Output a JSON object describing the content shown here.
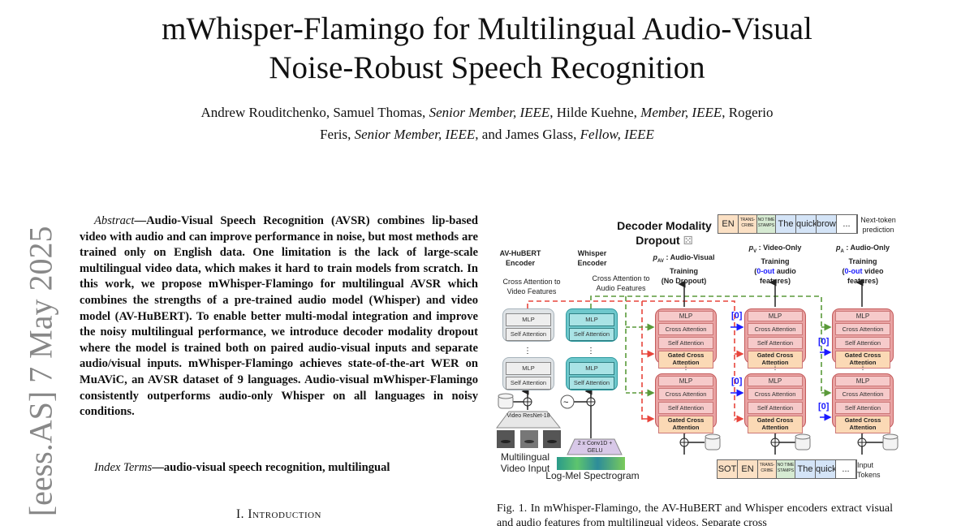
{
  "title": [
    "mWhisper-Flamingo for Multilingual Audio-Visual",
    "Noise-Robust Speech Recognition"
  ],
  "authors": {
    "line1": [
      {
        "t": "Andrew Rouditchenko, Samuel Thomas, ",
        "i": false
      },
      {
        "t": "Senior Member, IEEE",
        "i": true
      },
      {
        "t": ", Hilde Kuehne, ",
        "i": false
      },
      {
        "t": "Member, IEEE",
        "i": true
      },
      {
        "t": ", Rogerio",
        "i": false
      }
    ],
    "line2": [
      {
        "t": "Feris, ",
        "i": false
      },
      {
        "t": "Senior Member, IEEE",
        "i": true
      },
      {
        "t": ", and James Glass, ",
        "i": false
      },
      {
        "t": "Fellow, IEEE",
        "i": true
      }
    ]
  },
  "arxiv_stamp": "[eess.AS]  7 May 2025",
  "abstract": {
    "label": "Abstract",
    "text": "—Audio-Visual Speech Recognition (AVSR) combines lip-based video with audio and can improve performance in noise, but most methods are trained only on English data. One limitation is the lack of large-scale multilingual video data, which makes it hard to train models from scratch. In this work, we propose mWhisper-Flamingo for multilingual AVSR which combines the strengths of a pre-trained audio model (Whisper) and video model (AV-HuBERT). To enable better multi-modal integration and improve the noisy multilingual performance, we introduce decoder modality dropout where the model is trained both on paired audio-visual inputs and separate audio/visual inputs. mWhisper-Flamingo achieves state-of-the-art WER on MuAViC, an AVSR dataset of 9 languages. Audio-visual mWhisper-Flamingo consistently outperforms audio-only Whisper on all languages in noisy conditions."
  },
  "index_terms": {
    "label": "Index Terms",
    "text": "—audio-visual speech recognition, multilingual"
  },
  "section_heading": "I. Introduction",
  "figure": {
    "dropout_title": "Decoder Modality Dropout",
    "dice_icon": "dice-icon",
    "av_encoder": "AV-HuBERT Encoder",
    "whisper_encoder": "Whisper Encoder",
    "xattn_video": "Cross Attention to Video Features",
    "xattn_audio": "Cross Attention to Audio Features",
    "p_av": {
      "sym": "p",
      "sub": "AV",
      "title": ": Audio-Visual Training",
      "note": "(No Dropout)"
    },
    "p_v": {
      "sym": "p",
      "sub": "V",
      "title": ": Video-Only Training",
      "zero": "0-out",
      "note": " audio features)"
    },
    "p_a": {
      "sym": "p",
      "sub": "A",
      "title": ": Audio-Only Training",
      "zero": "0-out",
      "note": " video features)"
    },
    "enc_rows": [
      "MLP",
      "Self Attention"
    ],
    "dec_rows": [
      "MLP",
      "Cross Attention",
      "Self Attention",
      "Gated Cross Attention"
    ],
    "zero_tag": "[0]",
    "video_frontend": "Video ResNet-18",
    "audio_frontend": "2 x Conv1D + GELU",
    "video_input": "Multilingual Video Input",
    "spectrogram": "Log-Mel Spectrogram",
    "out_tokens": [
      "EN",
      "TRANS-CRIBE",
      "NO TIME STAMPS",
      "The",
      "quick",
      "brown",
      "..."
    ],
    "out_label": "Next-token prediction",
    "in_tokens": [
      "SOT",
      "EN",
      "TRANS-CRIBE",
      "NO TIME STAMPS",
      "The",
      "quick",
      "..."
    ],
    "in_label": "Input Tokens",
    "colors": {
      "red": "#e8453c",
      "green": "#5a9a3a",
      "blue": "#1a1aff",
      "teal": "#6ec8cc",
      "decoder": "#e9a3a3"
    }
  },
  "caption": "Fig. 1.   In mWhisper-Flamingo, the AV-HuBERT and Whisper encoders extract visual and audio features from multilingual videos. Separate cross"
}
